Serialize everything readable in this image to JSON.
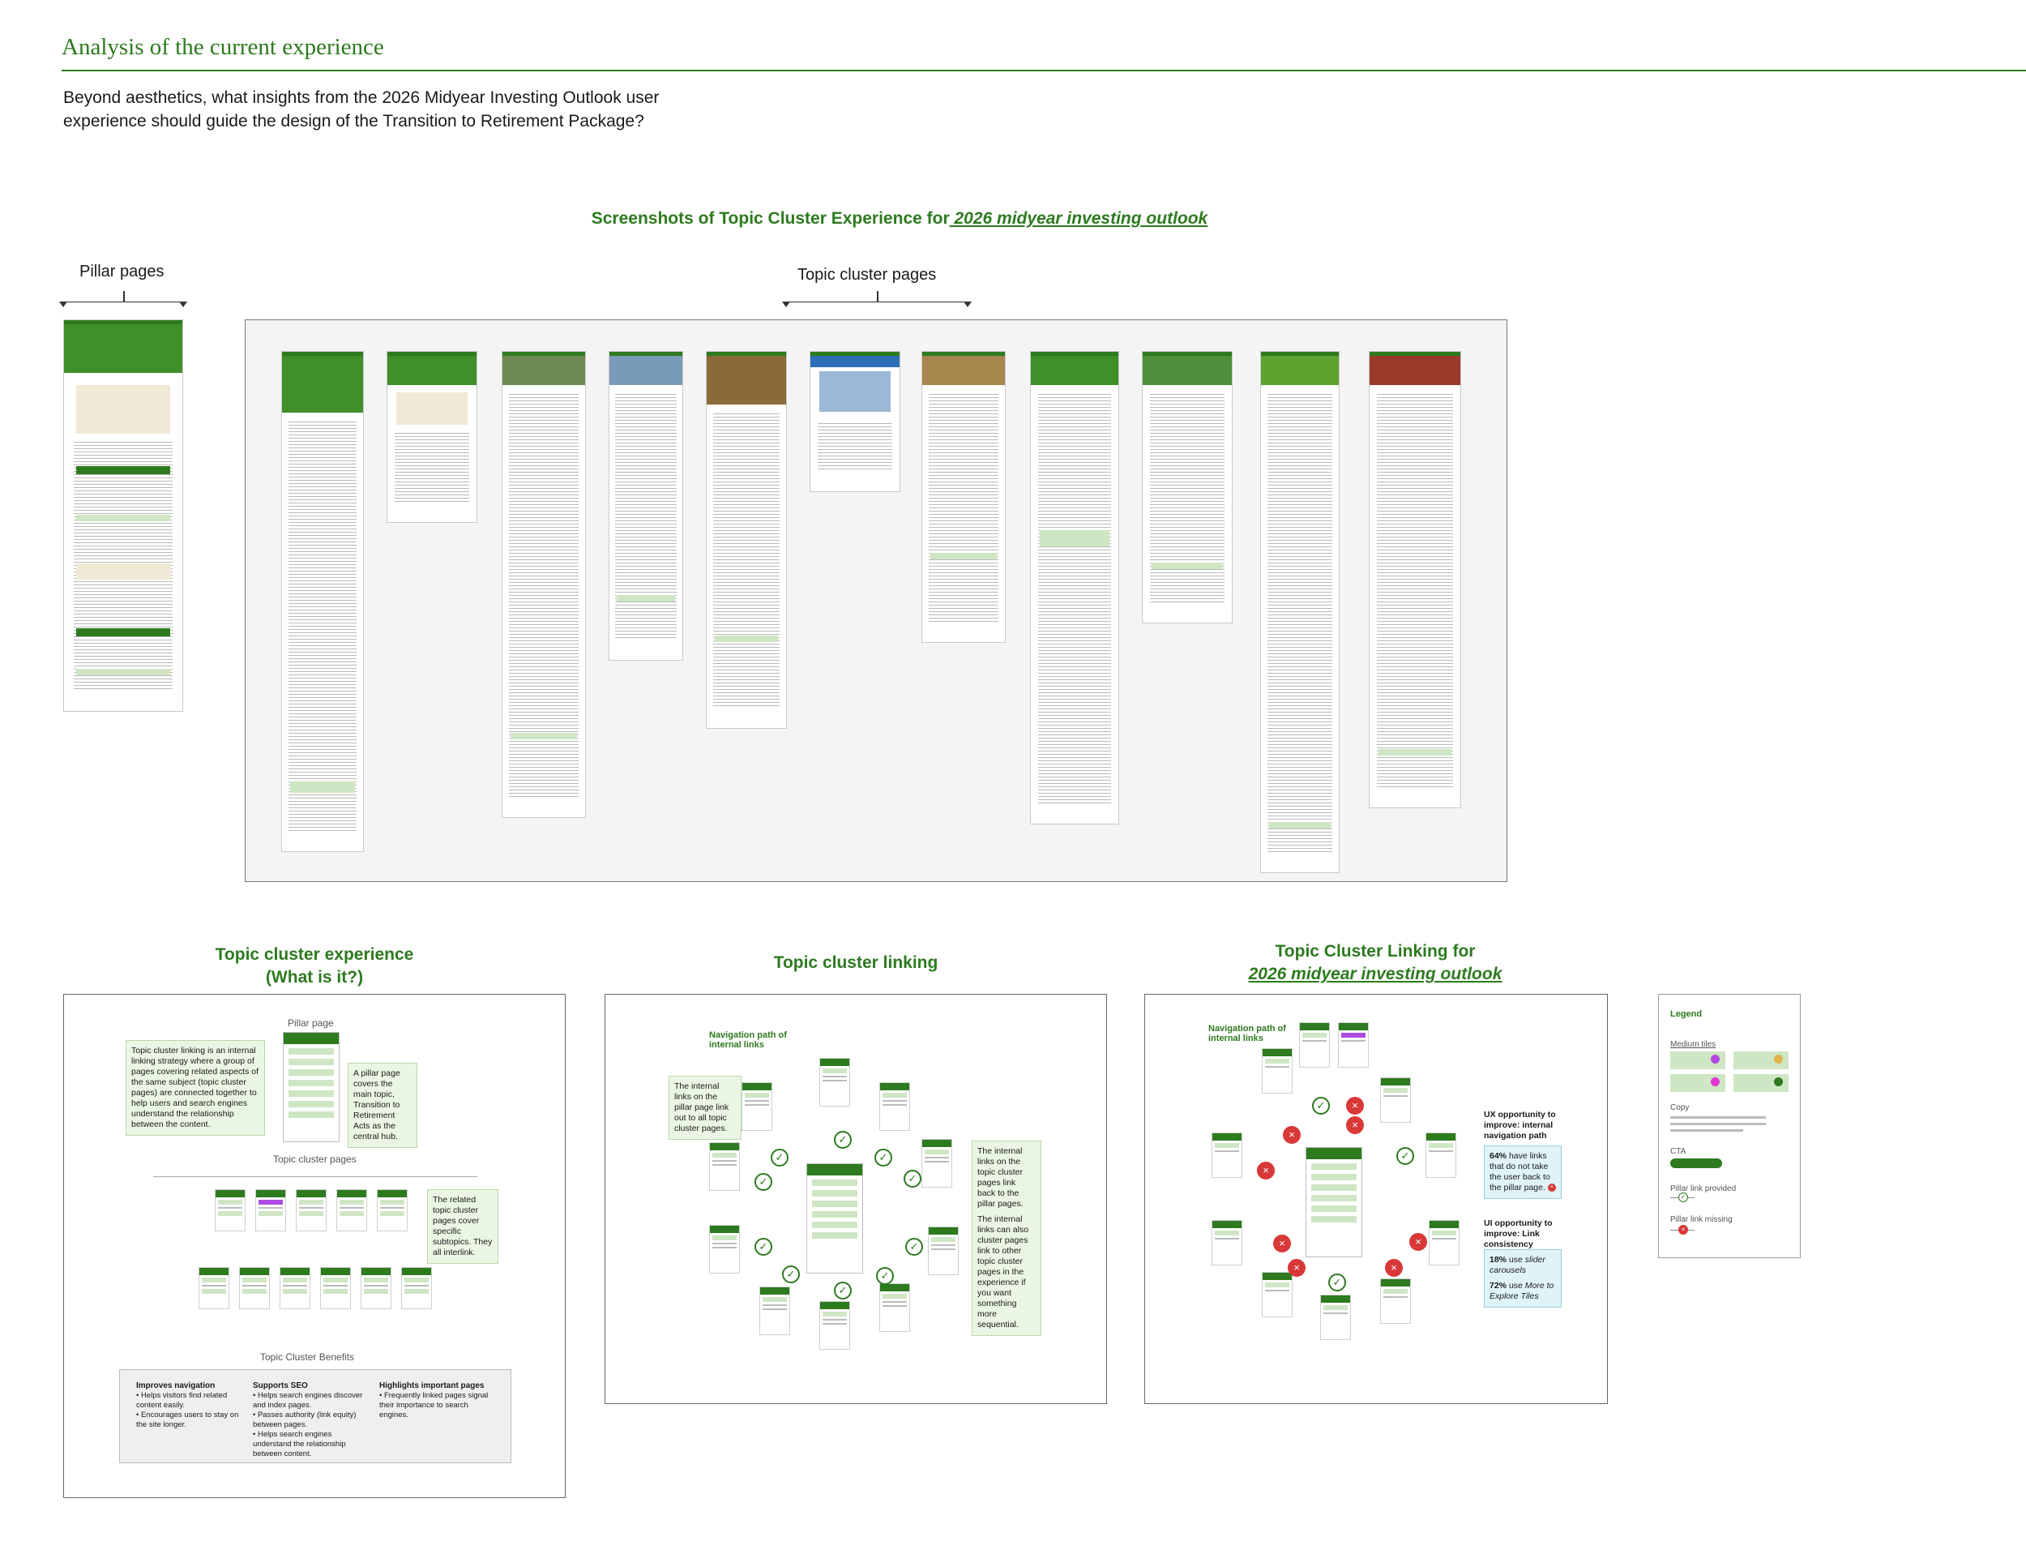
{
  "header": {
    "title": "Analysis of the current experience",
    "intro": "Beyond aesthetics, what insights from the 2026 Midyear Investing Outlook user experience should guide the design of the Transition to Retirement Package?"
  },
  "screenshots": {
    "heading_prefix": "Screenshots of Topic Cluster Experience for",
    "heading_link": " 2026 midyear investing outlook",
    "pillar_label": "Pillar pages",
    "cluster_label": "Topic cluster pages"
  },
  "what_is": {
    "heading_line1": "Topic cluster experience",
    "heading_line2": "(What is it?)",
    "pillar_label": "Pillar page",
    "cluster_label": "Topic cluster pages",
    "benefits_label": "Topic Cluster Benefits",
    "box_topic_cluster": "Topic cluster linking is an internal linking strategy where a group of pages covering related aspects of the same subject (topic cluster pages) are connected together to help users and search engines understand the relationship between the content.",
    "box_pillar": "A pillar page covers the main topic, Transition to Retirement Acts as the central hub.",
    "box_related": "The related topic cluster pages cover specific subtopics. They all interlink.",
    "benefit1_title": "Improves navigation",
    "benefit1_items": [
      "Helps visitors find related content easily.",
      "Encourages users to stay on the site longer."
    ],
    "benefit2_title": "Supports SEO",
    "benefit2_items": [
      "Helps search engines discover and index pages.",
      "Passes authority (link equity) between pages.",
      "Helps search engines understand the relationship between content."
    ],
    "benefit3_title": "Highlights important pages",
    "benefit3_items": [
      "Frequently linked pages signal their importance to search engines."
    ]
  },
  "linking": {
    "heading": "Topic cluster linking",
    "nav_path": "Navigation path of internal links",
    "box_left": "The internal links on the pillar page link out to all topic cluster pages.",
    "box_right_1": "The internal links on the topic cluster pages link back to the pillar pages.",
    "box_right_2": "The internal links can also cluster pages link to other topic cluster pages in the experience if you want something more sequential."
  },
  "linking_for": {
    "heading_line1": "Topic Cluster Linking for",
    "heading_line2": " 2026 midyear investing outlook",
    "nav_path": "Navigation path of internal links",
    "ux_title": "UX opportunity to improve: internal navigation path",
    "ux_stat": "64%",
    "ux_text": "have links that do not take the user back to the pillar page.",
    "ui_title": "UI opportunity to improve: Link consistency",
    "ui_stat1": "18%",
    "ui_text1a": "use",
    "ui_text1b": "slider carousels",
    "ui_stat2": "72%",
    "ui_text2a": "use",
    "ui_text2b": "More to Explore Tiles"
  },
  "legend": {
    "title": "Legend",
    "medium_tiles": "Medium tiles",
    "copy": "Copy",
    "cta": "CTA",
    "pillar_provided": "Pillar link provided",
    "pillar_missing": "Pillar link missing"
  },
  "colors": {
    "brand_green": "#2d7a1f",
    "light_green": "#cfe6c4",
    "missing_red": "#d93838"
  }
}
